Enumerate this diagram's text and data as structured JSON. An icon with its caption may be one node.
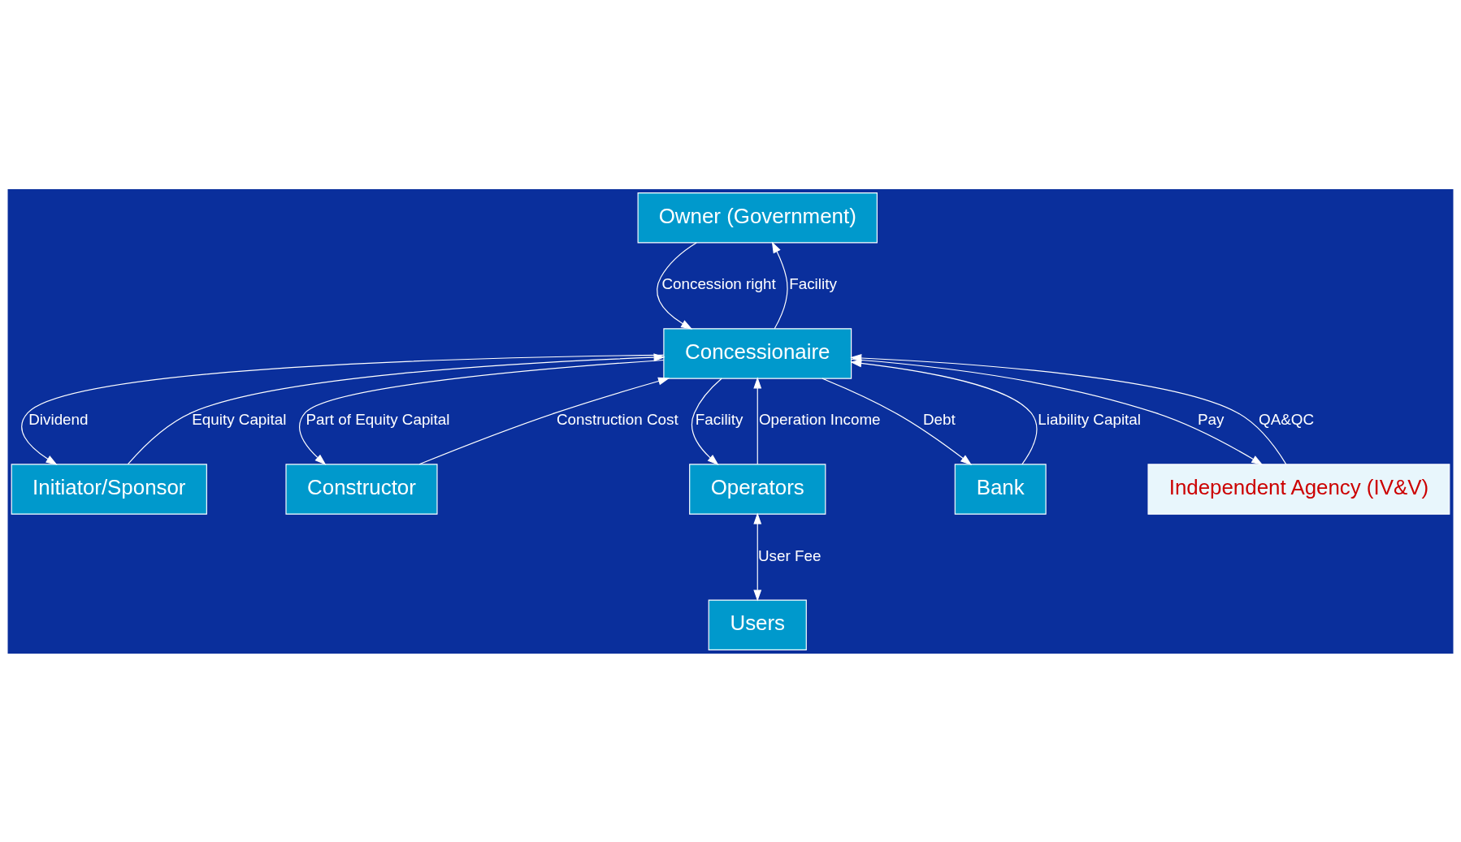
{
  "diagram": {
    "nodes": [
      {
        "text": [
          "Owner (Government)"
        ]
      },
      {
        "text": [
          "Initiator/Sponsor"
        ]
      },
      {
        "text": [
          "Constructor"
        ]
      },
      {
        "text": [
          "Concessionaire"
        ]
      },
      {
        "text": [
          "Operators"
        ]
      },
      {
        "text": [
          "Bank"
        ]
      },
      {
        "text": [
          "Independent Agency (IV&V)"
        ]
      },
      {
        "text": [
          "Users"
        ]
      }
    ],
    "edges": [
      {
        "from": 0,
        "to": 3,
        "arrow": "to",
        "label": "Concession right"
      },
      {
        "from": 3,
        "to": 0,
        "arrow": "to",
        "label": "Facility"
      },
      {
        "from": 3,
        "to": 1,
        "arrow": "to",
        "label": "Dividend"
      },
      {
        "from": 1,
        "to": 3,
        "arrow": "to",
        "label": "Equity Capital"
      },
      {
        "from": 5,
        "to": 3,
        "arrow": "to",
        "label": "Liability Capital"
      },
      {
        "from": 3,
        "to": 5,
        "arrow": "to",
        "label": "Debt"
      },
      {
        "from": 3,
        "to": 2,
        "arrow": "to",
        "label": "Part of Equity Capital"
      },
      {
        "from": 2,
        "to": 3,
        "arrow": "to",
        "label": "Construction Cost"
      },
      {
        "from": 4,
        "to": 3,
        "arrow": "to",
        "label": "Operation Income"
      },
      {
        "from": 3,
        "to": 4,
        "arrow": "to",
        "label": "Facility"
      },
      {
        "from": 3,
        "to": 6,
        "arrow": "to",
        "label": "Pay"
      },
      {
        "from": 6,
        "to": 3,
        "arrow": "to",
        "label": "QA&QC"
      },
      {
        "from": 4,
        "to": 7,
        "arrow": "both",
        "label": "User Fee"
      }
    ]
  }
}
